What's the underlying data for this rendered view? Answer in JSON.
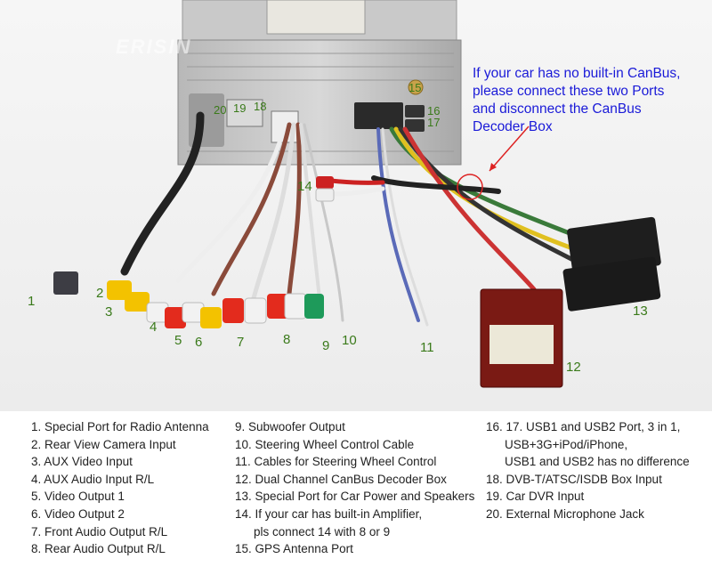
{
  "watermark": "ERISIN",
  "note": "If your car has no built-in CanBus,\nplease connect these two Ports\nand disconnect the CanBus\nDecoder Box",
  "callouts": [
    "1",
    "2",
    "3",
    "4",
    "5",
    "6",
    "7",
    "8",
    "9",
    "10",
    "11",
    "12",
    "13",
    "14",
    "15",
    "16",
    "17",
    "18",
    "19",
    "20"
  ],
  "legend": {
    "col1": [
      "1. Special Port for Radio Antenna",
      "2. Rear View Camera Input",
      "3. AUX Video Input",
      "4. AUX Audio Input R/L",
      "5. Video Output 1",
      "6. Video Output 2",
      "7. Front Audio Output R/L",
      "8. Rear Audio Output R/L"
    ],
    "col2": [
      "9. Subwoofer Output",
      "10. Steering Wheel Control Cable",
      "11. Cables for Steering Wheel Control",
      "12. Dual Channel CanBus Decoder Box",
      "13. Special Port for Car Power and Speakers",
      "14. If your car has built-in Amplifier,",
      "pls connect 14 with 8 or 9",
      "15. GPS Antenna Port"
    ],
    "col3": [
      "16. 17.  USB1 and USB2 Port, 3 in 1,",
      "USB+3G+iPod/iPhone,",
      "USB1 and USB2 has no difference",
      "18. DVB-T/ATSC/ISDB Box Input",
      "19. Car DVR Input",
      "20. External Microphone Jack"
    ]
  }
}
